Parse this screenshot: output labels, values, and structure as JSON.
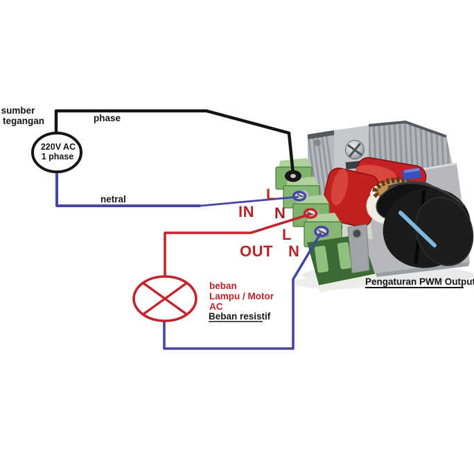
{
  "diagram": {
    "source_label": {
      "line1": "sumber",
      "line2": "tegangan"
    },
    "source_circle": {
      "line1": "220V AC",
      "line2": "1 phase"
    },
    "phase_label": "phase",
    "neutral_label": "netral",
    "module": {
      "in_label": "IN",
      "out_label": "OUT",
      "in_line_label": "L",
      "in_neutral_label": "N",
      "out_line_label": "L",
      "out_neutral_label": "N",
      "caption": "Pengaturan PWM Output"
    },
    "load": {
      "line1": "beban",
      "line2": "Lampu / Motor",
      "line3": "AC",
      "line4": "Beban resistif"
    }
  },
  "colors": {
    "phase_wire": "#151515",
    "neutral_wire": "#4545a6",
    "load_wire": "#c2242b",
    "label_red": "#bb2328",
    "text_black": "#151515",
    "knob_stripe": "#7cb9e2",
    "terminal_green": "#7eb36b",
    "capacitor_red": "#c32126",
    "heatsink_gray": "#b5b9bd"
  }
}
